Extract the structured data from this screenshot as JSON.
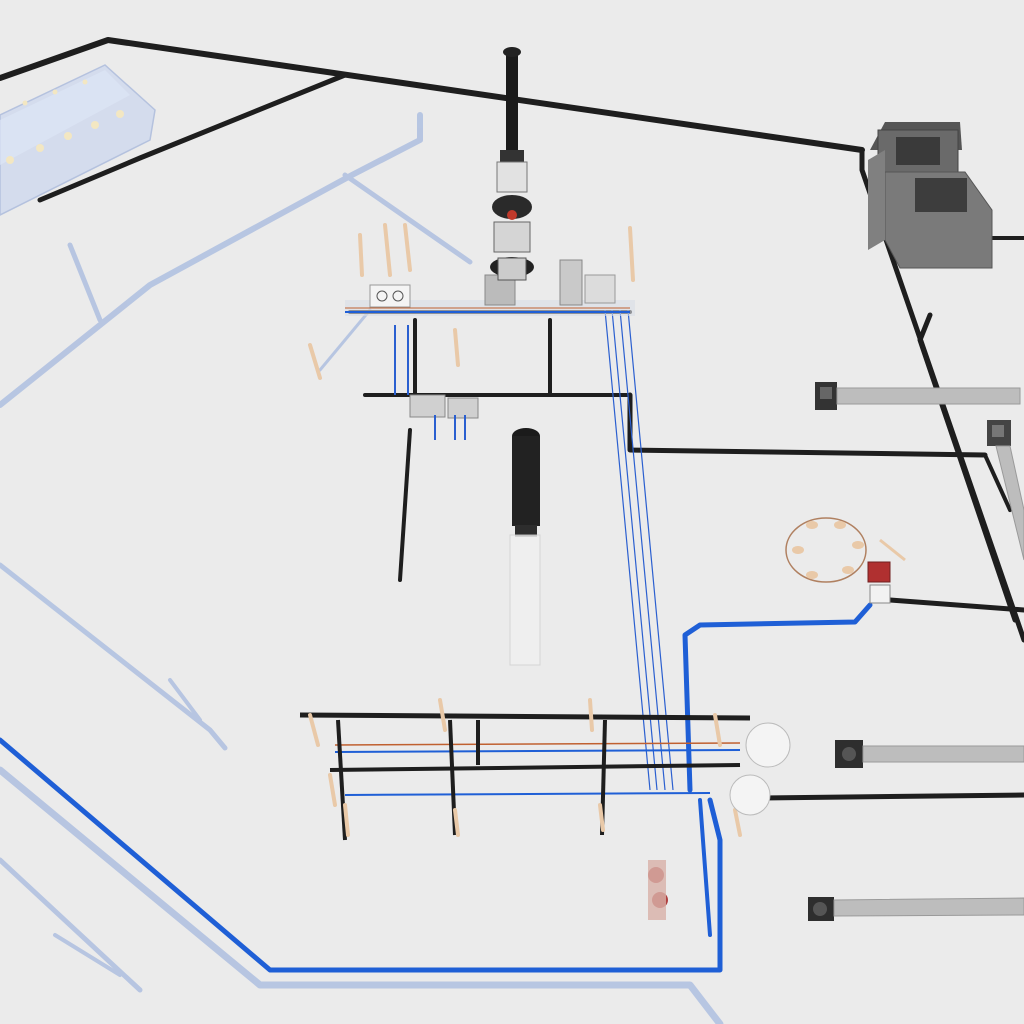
{
  "scene": {
    "background": "#ebebeb",
    "colors": {
      "black_pipe": "#1e1e1e",
      "blue_pipe": "#1f5fd6",
      "ghost_pipe": "#aebfe0",
      "duct": "#bdbdbd",
      "fixture": "#e9c9a8",
      "valve_red": "#c0392b"
    },
    "icons": [
      "exhaust-stack",
      "vent-stack",
      "tank-box",
      "water-heater",
      "valve",
      "floor-drain"
    ]
  }
}
